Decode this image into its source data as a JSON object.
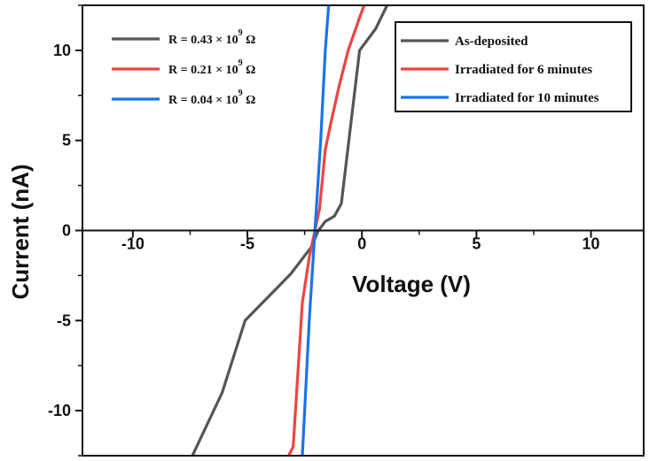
{
  "chart_data": {
    "type": "line",
    "title": "",
    "xlabel": "Voltage (V)",
    "ylabel": "Current (nA)",
    "xlim": [
      -12.2,
      12.3
    ],
    "ylim": [
      -12.5,
      12.5
    ],
    "x_ticks": [
      -10,
      -5,
      0,
      5,
      10
    ],
    "x_tick_labels": [
      "-10",
      "-5",
      "0",
      "5",
      "10"
    ],
    "y_ticks": [
      -10,
      -5,
      0,
      5,
      10
    ],
    "y_tick_labels": [
      "-10",
      "-5",
      "0",
      "5",
      "10"
    ],
    "grid": false,
    "legend_position": "top-right",
    "series": [
      {
        "name": "As-deposited",
        "color": "#555555",
        "resistance": {
          "prefix": "R = 0.43 × 10",
          "exp": "9",
          "unit": " Ω"
        },
        "points": [
          [
            -7.4,
            -12.5
          ],
          [
            -6.1,
            -9
          ],
          [
            -5.1,
            -5
          ],
          [
            -3.1,
            -2.4
          ],
          [
            -2.2,
            -0.9
          ],
          [
            -1.9,
            0
          ],
          [
            -1.6,
            0.5
          ],
          [
            -1.2,
            0.8
          ],
          [
            -0.9,
            1.5
          ],
          [
            -0.1,
            10
          ],
          [
            0.6,
            11.2
          ],
          [
            1.1,
            12.5
          ]
        ]
      },
      {
        "name": "Irradiated for 6 minutes",
        "color": "#ee4444",
        "resistance": {
          "prefix": "R = 0.21 × 10",
          "exp": "9",
          "unit": " Ω"
        },
        "points": [
          [
            -3.2,
            -12.5
          ],
          [
            -3.0,
            -12
          ],
          [
            -2.6,
            -4
          ],
          [
            -2.3,
            -1.5
          ],
          [
            -2.05,
            0
          ],
          [
            -1.85,
            1.2
          ],
          [
            -1.6,
            4.5
          ],
          [
            -1.35,
            6
          ],
          [
            -1.0,
            8
          ],
          [
            -0.6,
            10
          ],
          [
            -0.05,
            12
          ],
          [
            0.1,
            12.5
          ]
        ]
      },
      {
        "name": "Irradiated for 10 minutes",
        "color": "#1a73e8",
        "resistance": {
          "prefix": "R = 0.04 × 10",
          "exp": "9",
          "unit": " Ω"
        },
        "points": [
          [
            -2.6,
            -12.5
          ],
          [
            -2.3,
            -5
          ],
          [
            -2.05,
            0
          ],
          [
            -1.8,
            5
          ],
          [
            -1.6,
            10
          ],
          [
            -1.45,
            12.5
          ]
        ]
      }
    ]
  }
}
